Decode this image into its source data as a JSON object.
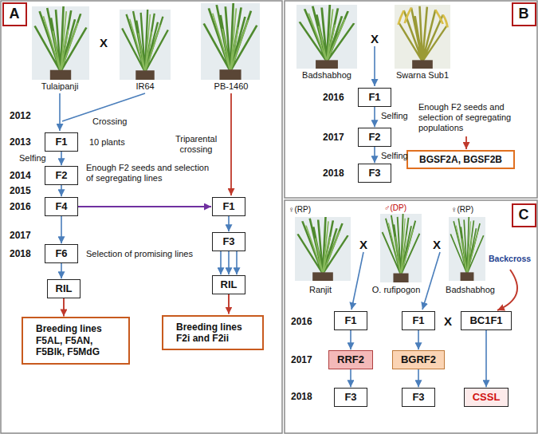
{
  "diagram": {
    "nodes": [
      {
        "text": [
          "A"
        ]
      },
      {
        "text": [
          "F1"
        ]
      },
      {
        "text": [
          "F2"
        ]
      },
      {
        "text": [
          "F4"
        ]
      },
      {
        "text": [
          "F6"
        ]
      },
      {
        "text": [
          "RIL"
        ]
      },
      {
        "text": [
          "Breeding lines F5AL, F5AN, F5Blk, F5MdG"
        ]
      },
      {
        "text": [
          "F1"
        ]
      },
      {
        "text": [
          "F3"
        ]
      },
      {
        "text": [
          "RIL"
        ]
      },
      {
        "text": [
          "Breeding lines F2i and F2ii"
        ]
      },
      {
        "text": [
          "B"
        ]
      },
      {
        "text": [
          "F1"
        ]
      },
      {
        "text": [
          "F2"
        ]
      },
      {
        "text": [
          "F3"
        ]
      },
      {
        "text": [
          "BGSF2A, BGSF2B"
        ]
      },
      {
        "text": [
          "C"
        ]
      },
      {
        "text": [
          "F1"
        ]
      },
      {
        "text": [
          "F1"
        ]
      },
      {
        "text": [
          "BC1F1"
        ]
      },
      {
        "text": [
          "RRF2"
        ]
      },
      {
        "text": [
          "BGRF2"
        ]
      },
      {
        "text": [
          "F3"
        ]
      },
      {
        "text": [
          "F3"
        ]
      },
      {
        "text": [
          "CSSL"
        ]
      }
    ],
    "edges": [
      {
        "from": 1,
        "to": 2,
        "arrow": "to"
      },
      {
        "from": 2,
        "to": 3,
        "arrow": "to"
      },
      {
        "from": 3,
        "to": 4,
        "arrow": "to"
      },
      {
        "from": 4,
        "to": 5,
        "arrow": "to"
      },
      {
        "from": 5,
        "to": 6,
        "arrow": "to"
      },
      {
        "from": 3,
        "to": 7,
        "arrow": "to"
      },
      {
        "from": 7,
        "to": 8,
        "arrow": "to"
      },
      {
        "from": 8,
        "to": 9,
        "arrow": "to"
      },
      {
        "from": 8,
        "to": 9,
        "arrow": "to"
      },
      {
        "from": 8,
        "to": 9,
        "arrow": "to"
      },
      {
        "from": 9,
        "to": 10,
        "arrow": "to"
      },
      {
        "from": 12,
        "to": 13,
        "arrow": "to"
      },
      {
        "from": 13,
        "to": 14,
        "arrow": "to"
      },
      {
        "from": 17,
        "to": 20,
        "arrow": "to"
      },
      {
        "from": 20,
        "to": 22,
        "arrow": "to"
      },
      {
        "from": 18,
        "to": 21,
        "arrow": "to"
      },
      {
        "from": 21,
        "to": 23,
        "arrow": "to"
      },
      {
        "from": 19,
        "to": 24,
        "arrow": "to"
      }
    ],
    "labels": [
      "Tulaipanji",
      "X",
      "IR64",
      "PB-1460",
      "2012",
      "Crossing",
      "2013",
      "10 plants",
      "Selfing",
      "2014",
      "Enough F2 seeds and selection of segregating lines",
      "2015",
      "2016",
      "Triparental crossing",
      "2017",
      "2018",
      "Selection of promising lines",
      "Badshabhog",
      "X",
      "Swarna Sub1",
      "2016",
      "Selfing",
      "2017",
      "Enough F2 seeds and selection of segregating populations",
      "Selfing",
      "2018",
      "♀(RP)",
      "♂(DP)",
      "♀(RP)",
      "Ranjit",
      "X",
      "O. rufipogon",
      "X",
      "Backcross",
      "Badshabhog",
      "2016",
      "X",
      "2017",
      "2018"
    ]
  }
}
